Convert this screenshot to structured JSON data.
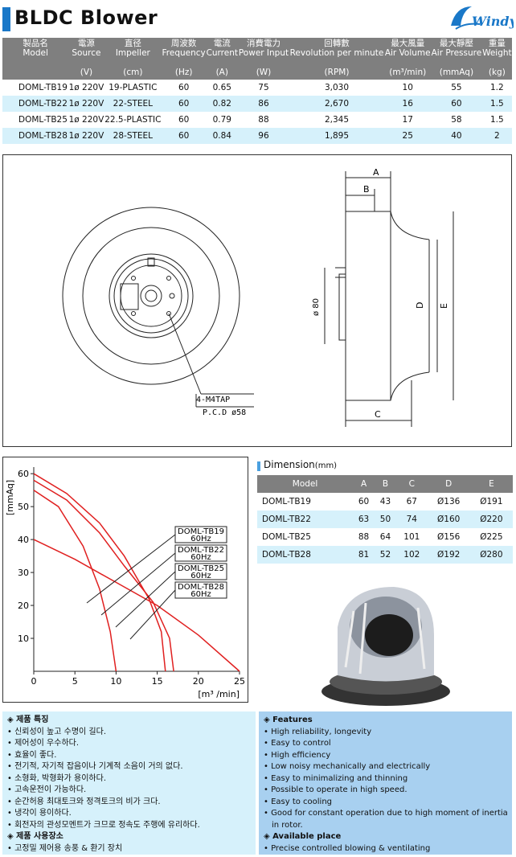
{
  "header": {
    "title": "BLDC Blower",
    "logo_text": "Windy"
  },
  "spec_table": {
    "columns": [
      {
        "ko": "製品名",
        "en": "Model",
        "unit": ""
      },
      {
        "ko": "電源",
        "en": "Source",
        "unit": "(V)"
      },
      {
        "ko": "直径",
        "en": "Impeller",
        "unit": "(cm)"
      },
      {
        "ko": "周波数",
        "en": "Frequency",
        "unit": "(Hz)"
      },
      {
        "ko": "電流",
        "en": "Current",
        "unit": "(A)"
      },
      {
        "ko": "消費電力",
        "en": "Power Input",
        "unit": "(W)"
      },
      {
        "ko": "回轉數",
        "en": "Revolution per minute",
        "unit": "(RPM)"
      },
      {
        "ko": "最大風量",
        "en": "Air Volume",
        "unit": "(m³/min)"
      },
      {
        "ko": "最大靜壓",
        "en": "Air Pressure",
        "unit": "(mmAq)"
      },
      {
        "ko": "重量",
        "en": "Weight",
        "unit": "(kg)"
      }
    ],
    "rows": [
      [
        "DOML-TB19",
        "1ø 220V",
        "19-PLASTIC",
        "60",
        "0.65",
        "75",
        "3,030",
        "10",
        "55",
        "1.2"
      ],
      [
        "DOML-TB22",
        "1ø 220V",
        "22-STEEL",
        "60",
        "0.82",
        "86",
        "2,670",
        "16",
        "60",
        "1.5"
      ],
      [
        "DOML-TB25",
        "1ø 220V",
        "22.5-PLASTIC",
        "60",
        "0.79",
        "88",
        "2,345",
        "17",
        "58",
        "1.5"
      ],
      [
        "DOML-TB28",
        "1ø 220V",
        "28-STEEL",
        "60",
        "0.84",
        "96",
        "1,895",
        "25",
        "40",
        "2"
      ]
    ]
  },
  "drawing": {
    "tap_label": "4-M4TAP",
    "pcd_label": "P.C.D ø58",
    "dim_a": "A",
    "dim_b": "B",
    "dim_c": "C",
    "dim_d": "D",
    "dim_e": "E",
    "dim_80": "ø 80"
  },
  "chart_data": {
    "type": "line",
    "ylabel": "[mmAq]",
    "xlabel": "[m³ /min]",
    "xlim": [
      0,
      25
    ],
    "ylim": [
      0,
      62
    ],
    "xticks": [
      0,
      5,
      10,
      15,
      20,
      25
    ],
    "yticks": [
      10,
      20,
      30,
      40,
      50,
      60
    ],
    "grid": false,
    "series": [
      {
        "name": "DOML-TB19 60Hz",
        "points": [
          [
            0,
            55
          ],
          [
            3,
            50
          ],
          [
            6,
            38
          ],
          [
            8,
            25
          ],
          [
            9.3,
            12
          ],
          [
            10,
            0
          ]
        ]
      },
      {
        "name": "DOML-TB22 60Hz",
        "points": [
          [
            0,
            60
          ],
          [
            4,
            54
          ],
          [
            8,
            45
          ],
          [
            11,
            35
          ],
          [
            14,
            22
          ],
          [
            15.5,
            12
          ],
          [
            16,
            0
          ]
        ]
      },
      {
        "name": "DOML-TB25 60Hz",
        "points": [
          [
            0,
            58
          ],
          [
            4,
            52
          ],
          [
            8,
            42
          ],
          [
            11,
            32
          ],
          [
            14.5,
            21
          ],
          [
            16.5,
            10
          ],
          [
            17,
            0
          ]
        ]
      },
      {
        "name": "DOML-TB28 60Hz",
        "points": [
          [
            0,
            40
          ],
          [
            5,
            34
          ],
          [
            10,
            27
          ],
          [
            15,
            20
          ],
          [
            20,
            11
          ],
          [
            25,
            0
          ]
        ]
      }
    ],
    "legend": [
      {
        "model": "DOML-TB19",
        "freq": "60Hz"
      },
      {
        "model": "DOML-TB22",
        "freq": "60Hz"
      },
      {
        "model": "DOML-TB25",
        "freq": "60Hz"
      },
      {
        "model": "DOML-TB28",
        "freq": "60Hz"
      }
    ]
  },
  "dimension": {
    "title": "Dimension",
    "unit": "(mm)",
    "columns": [
      "Model",
      "A",
      "B",
      "C",
      "D",
      "E"
    ],
    "rows": [
      [
        "DOML-TB19",
        "60",
        "43",
        "67",
        "Ø136",
        "Ø191"
      ],
      [
        "DOML-TB22",
        "63",
        "50",
        "74",
        "Ø160",
        "Ø220"
      ],
      [
        "DOML-TB25",
        "88",
        "64",
        "101",
        "Ø156",
        "Ø225"
      ],
      [
        "DOML-TB28",
        "81",
        "52",
        "102",
        "Ø192",
        "Ø280"
      ]
    ]
  },
  "features_ko": {
    "title": "◈ 제품 특징",
    "items": [
      "신뢰성이 높고 수명이 길다.",
      "제어성이 우수하다.",
      "효율이 좋다.",
      "전기적, 자기적 잡음이나 기계적 소음이 거의 없다.",
      "소형화, 박형화가 용이하다.",
      "고속운전이 가능하다.",
      "순간허용 최대토크와 정격토크의 비가 크다.",
      "냉각이 용이하다.",
      "회전자의 관성모멘트가 크므로 정속도 주행에 유리하다."
    ],
    "place_title": "◈ 제품 사용장소",
    "place_items": [
      "고정밀 제어용 송풍 & 환기 장치"
    ]
  },
  "features_en": {
    "title": "◈ Features",
    "items": [
      "High reliability, longevity",
      "Easy to control",
      "High efficiency",
      "Low noisy mechanically and electrically",
      "Easy to minimalizing and thinning",
      "Possible to operate in high speed.",
      "Easy to cooling",
      "Good for constant operation due to high  moment of inertia"
    ],
    "continuation": "in rotor.",
    "place_title": "◈ Available place",
    "place_items": [
      "Precise controlled blowing & ventilating"
    ]
  },
  "colors": {
    "header_accent": "#1a78c8",
    "table_header": "#7f7f7f",
    "row_alt": "#d6f1fb",
    "curve": "#e02020",
    "features_en_bg": "#a8d0f0"
  }
}
